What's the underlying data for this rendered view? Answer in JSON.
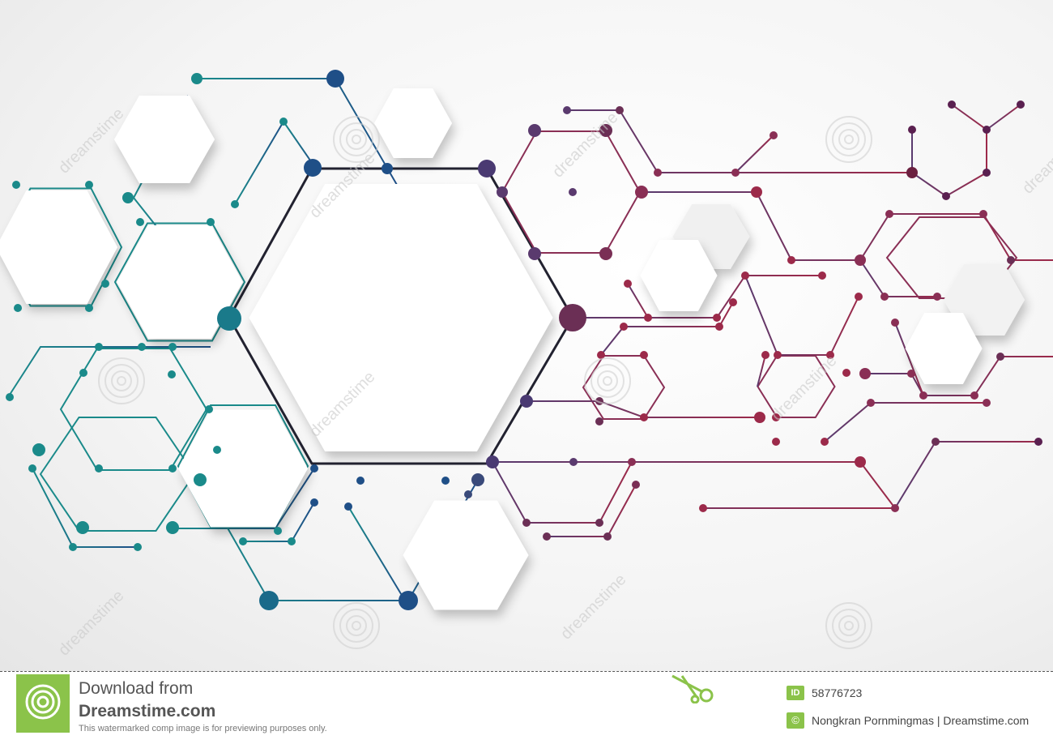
{
  "watermark": {
    "text": "dreamstime"
  },
  "footer": {
    "download_title": "Download from",
    "download_site": "Dreamstime.com",
    "preview_note": "This watermarked comp image is for previewing purposes only.",
    "id_badge": "ID",
    "image_id": "58776723",
    "copyright_symbol": "©",
    "credit": "Nongkran Pornmingmas | Dreamstime.com"
  },
  "icons": {
    "logo": "dreamstime-spiral-logo-icon",
    "scissors": "scissors-icon"
  },
  "colors": {
    "teal": "#1a8a8a",
    "blue": "#1f4f87",
    "purple": "#5a3a6e",
    "crimson": "#9c2a4a",
    "accent_green": "#8bc34a"
  }
}
